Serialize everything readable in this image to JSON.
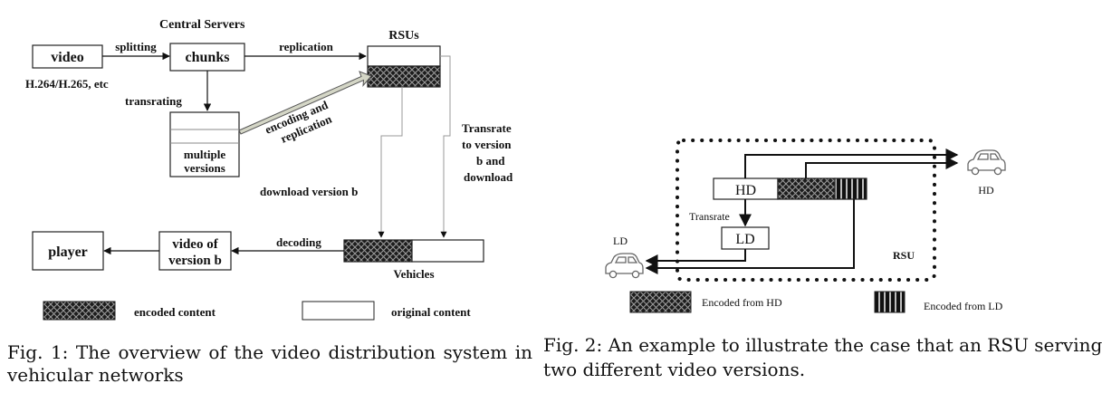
{
  "fig1": {
    "central_servers": "Central Servers",
    "video": "video",
    "splitting": "splitting",
    "chunks": "chunks",
    "replication": "replication",
    "rsus": "RSUs",
    "codecs": "H.264/H.265, etc",
    "transrating": "transrating",
    "encoding_line1": "encoding and",
    "encoding_line2": "replication",
    "multiple_line1": "multiple",
    "multiple_line2": "versions",
    "transrate_line1": "Transrate",
    "transrate_line2": "to version",
    "transrate_line3": "b and",
    "transrate_line4": "download",
    "download_b": "download version b",
    "player": "player",
    "video_b_line1": "video of",
    "video_b_line2": "version b",
    "decoding": "decoding",
    "vehicles": "Vehicles",
    "legend_encoded": "encoded content",
    "legend_original": "original content",
    "caption_line1": "Fig. 1: The overview of the video distribution system in",
    "caption_line2": "vehicular networks"
  },
  "fig2": {
    "hd_box": "HD",
    "hd_car_label": "HD",
    "transrate": "Transrate",
    "ld_box": "LD",
    "ld_car_label": "LD",
    "rsu": "RSU",
    "legend_hd": "Encoded from HD",
    "legend_ld": "Encoded from LD",
    "caption_line1": "Fig. 2: An example to illustrate the case that an RSU serving",
    "caption_line2": "two different video versions."
  }
}
